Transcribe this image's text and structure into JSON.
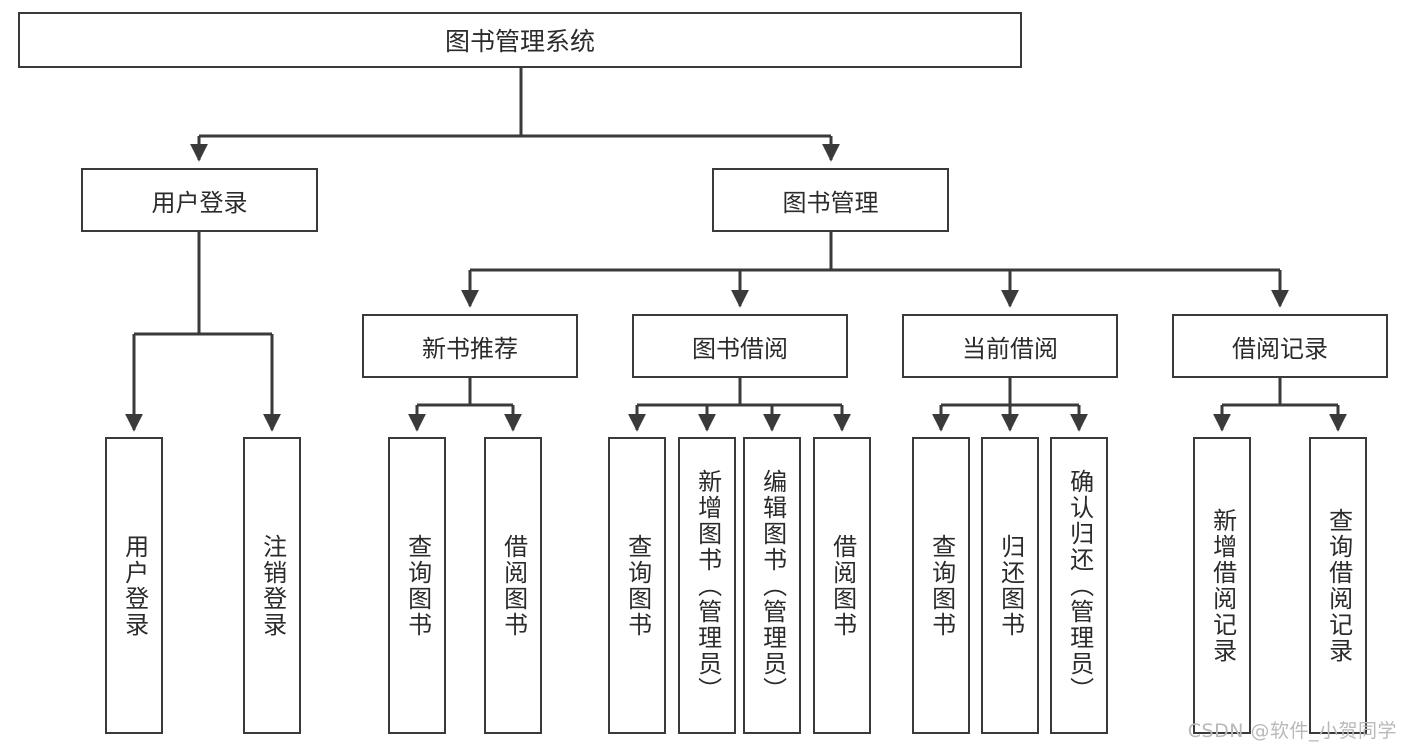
{
  "diagram": {
    "title": "图书管理系统",
    "type": "hierarchy-tree",
    "watermark": "CSDN @软件_小贺同学",
    "line_color": "#3a3a3a",
    "text_color": "#2b2b2b",
    "background_color": "#ffffff",
    "nodes": {
      "root": {
        "label": "图书管理系统"
      },
      "level2": [
        {
          "label": "用户登录"
        },
        {
          "label": "图书管理"
        }
      ],
      "level3": [
        {
          "label": "新书推荐"
        },
        {
          "label": "图书借阅"
        },
        {
          "label": "当前借阅"
        },
        {
          "label": "借阅记录"
        }
      ],
      "leaves": {
        "user_login": [
          {
            "label": "用户登录"
          },
          {
            "label": "注销登录"
          }
        ],
        "new_book_recommend": [
          {
            "label": "查询图书"
          },
          {
            "label": "借阅图书"
          }
        ],
        "book_borrow": [
          {
            "label": "查询图书"
          },
          {
            "label": "新增图书（管理员）"
          },
          {
            "label": "编辑图书（管理员）"
          },
          {
            "label": "借阅图书"
          }
        ],
        "current_borrow": [
          {
            "label": "查询图书"
          },
          {
            "label": "归还图书"
          },
          {
            "label": "确认归还（管理员）"
          }
        ],
        "borrow_record": [
          {
            "label": "新增借阅记录"
          },
          {
            "label": "查询借阅记录"
          }
        ]
      }
    }
  }
}
